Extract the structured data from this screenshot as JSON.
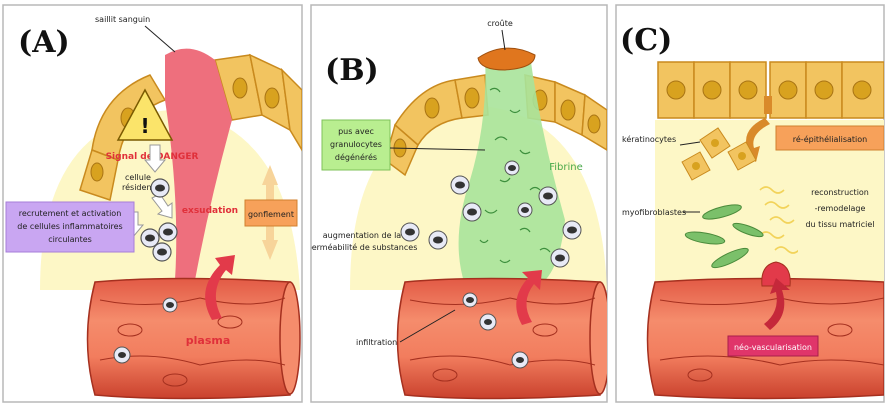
{
  "panels": {
    "A": {
      "letter": "(A)",
      "labels": {
        "bleeding": "saillit sanguin",
        "danger_signal": "Signal de DANGER",
        "resident_cells_1": "cellule",
        "resident_cells_2": "résidente",
        "recruitment_1": "recrutement et activation",
        "recruitment_2": "de cellules inflammatoires",
        "recruitment_3": "circulantes",
        "exudation": "exsudation",
        "swelling": "gonflement",
        "plasma": "plasma",
        "warning_glyph": "!"
      }
    },
    "B": {
      "letter": "(B)",
      "labels": {
        "crust": "croûte",
        "pus_1": "pus avec",
        "pus_2": "granulocytes",
        "pus_3": "dégénérés",
        "fibrin": "Fibrine",
        "permeability_1": "augmentation de la",
        "permeability_2": "perméabilité de substances",
        "infiltration": "infiltration"
      }
    },
    "C": {
      "letter": "(C)",
      "labels": {
        "keratinocytes": "kératinocytes",
        "reepithelialization": "ré-épithélialisation",
        "myofibroblasts": "myofibroblastes",
        "reconstruction_1": "reconstruction",
        "reconstruction_2": "-remodelage",
        "reconstruction_3": "du tissu matriciel",
        "neovascularization": "néo-vascularisation"
      }
    }
  },
  "colors": {
    "cell_fill": "#f2c460",
    "cell_stroke": "#c98a1e",
    "nucleus": "#d8a21f",
    "dermis": "#fdf7c6",
    "vessel": "#f47a5a",
    "vessel_dark": "#c6402b",
    "blood_red": "#e23a4a",
    "pus_green": "#a8e39a",
    "purple_box": "#c9a6f2",
    "orange_box": "#f7a15a",
    "crust": "#e0761e",
    "neo_box": "#e0356a"
  }
}
